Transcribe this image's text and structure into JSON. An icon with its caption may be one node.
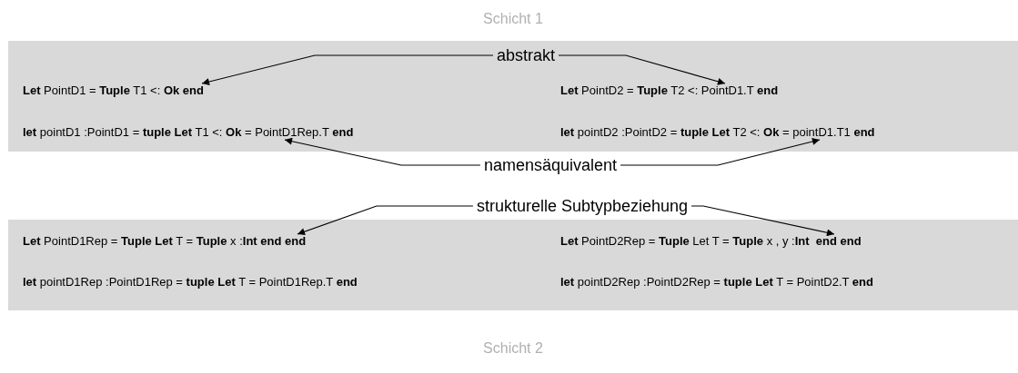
{
  "diagram": {
    "nodes": [
      {
        "text": [
          "Schicht 1"
        ]
      },
      {
        "text": [
          "abstrakt"
        ],
        "in": 0
      },
      {
        "text": [
          "**Let** PointD1 = **Tuple** T1 <: **Ok end**"
        ],
        "in": 0
      },
      {
        "text": [
          "**Let** PointD2 = **Tuple** T2 <: PointD1.T **end**"
        ],
        "in": 0
      },
      {
        "text": [
          "**let** pointD1 :PointD1 = **tuple Let** T1 <: **Ok** = PointD1Rep.T **end**"
        ],
        "in": 0
      },
      {
        "text": [
          "**let** pointD2 :PointD2 = **tuple Let** T2 <: **Ok** = pointD1.T1 **end**"
        ],
        "in": 0
      },
      {
        "text": [
          "namensäquivalent"
        ]
      },
      {
        "text": [
          "strukturelle Subtypbeziehung"
        ]
      },
      {
        "text": [
          "Schicht 2"
        ]
      },
      {
        "text": [
          "**Let** PointD1Rep = **Tuple Let** T = **Tuple** x :**Int end end**"
        ],
        "in": 8
      },
      {
        "text": [
          "**Let** PointD2Rep = **Tuple** Let T = **Tuple** x , y :**Int  end end**"
        ],
        "in": 8
      },
      {
        "text": [
          "**let** pointD1Rep :PointD1Rep = **tuple Let** T = PointD1Rep.T **end**"
        ],
        "in": 8
      },
      {
        "text": [
          "**let** pointD2Rep :PointD2Rep = **tuple Let** T = PointD2.T **end**"
        ],
        "in": 8
      }
    ],
    "edges": [
      {
        "from": 1,
        "to": 2,
        "arrow": "to"
      },
      {
        "from": 1,
        "to": 3,
        "arrow": "to"
      },
      {
        "from": 6,
        "to": 4,
        "arrow": "to"
      },
      {
        "from": 6,
        "to": 5,
        "arrow": "to"
      },
      {
        "from": 7,
        "to": 9,
        "arrow": "to"
      },
      {
        "from": 7,
        "to": 10,
        "arrow": "to"
      }
    ]
  }
}
